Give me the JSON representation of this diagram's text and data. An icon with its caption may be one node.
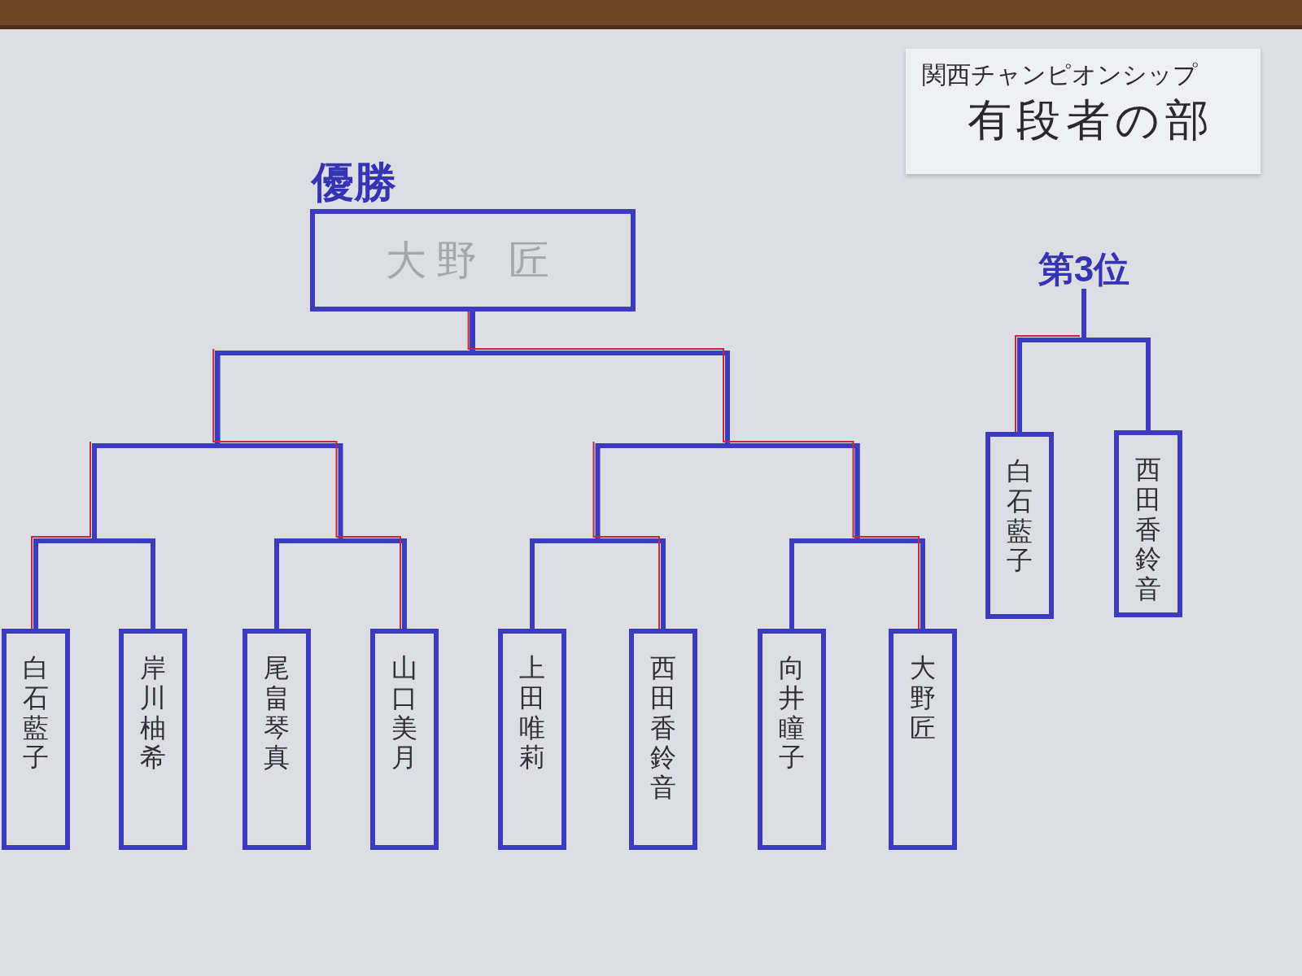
{
  "diagram": {
    "nodes": [
      {
        "text": [
          "関西チャンピオンシップ",
          "有段者の部"
        ]
      },
      {
        "text": [
          "優勝",
          "大野 匠"
        ]
      },
      {
        "text": [
          "第3位"
        ]
      },
      {
        "text": [
          "白石藍子"
        ]
      },
      {
        "text": [
          "西田香鈴音"
        ]
      },
      {
        "text": [
          "白石藍子"
        ]
      },
      {
        "text": [
          "岸川柚希"
        ]
      },
      {
        "text": [
          "尾畠琴真"
        ]
      },
      {
        "text": [
          "山口美月"
        ]
      },
      {
        "text": [
          "上田唯莉"
        ]
      },
      {
        "text": [
          "西田香鈴音"
        ]
      },
      {
        "text": [
          "向井瞳子"
        ]
      },
      {
        "text": [
          "大野匠"
        ]
      },
      {
        "text": [],
        "shape": "bar"
      }
    ],
    "edges": [
      {
        "from": 5,
        "to": 1,
        "arrow": "none"
      },
      {
        "from": 6,
        "to": 1,
        "arrow": "none"
      },
      {
        "from": 7,
        "to": 1,
        "arrow": "none"
      },
      {
        "from": 8,
        "to": 1,
        "arrow": "none"
      },
      {
        "from": 9,
        "to": 1,
        "arrow": "none"
      },
      {
        "from": 10,
        "to": 1,
        "arrow": "none"
      },
      {
        "from": 11,
        "to": 1,
        "arrow": "none"
      },
      {
        "from": 12,
        "to": 1,
        "arrow": "none"
      },
      {
        "from": 3,
        "to": 2,
        "arrow": "none"
      },
      {
        "from": 4,
        "to": 2,
        "arrow": "none"
      },
      {
        "from": 5,
        "to": null,
        "arrow": "none",
        "color": "#c42a3c"
      },
      {
        "from": 8,
        "to": null,
        "arrow": "none",
        "color": "#c42a3c"
      },
      {
        "from": 10,
        "to": null,
        "arrow": "none",
        "color": "#c42a3c"
      },
      {
        "from": 12,
        "to": 1,
        "arrow": "none",
        "color": "#c42a3c"
      },
      {
        "from": 3,
        "to": null,
        "arrow": "none",
        "color": "#c42a3c"
      }
    ]
  }
}
